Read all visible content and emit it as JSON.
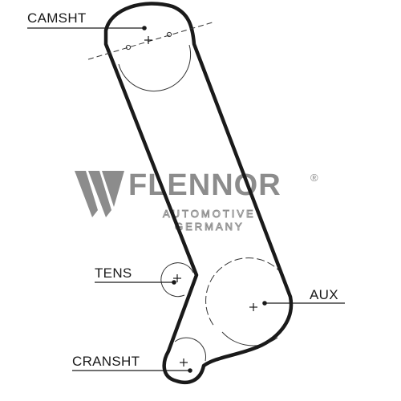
{
  "labels": {
    "camshaft": "CAMSHT",
    "tensioner": "TENS",
    "auxiliary": "AUX",
    "crankshaft": "CRANSHT"
  },
  "watermark": {
    "brand": "FLENNOR",
    "registered_mark": "®",
    "line1": "AUTOMOTIVE",
    "line2": "GERMANY",
    "color": "#8c8c8c"
  },
  "colors": {
    "belt": "#1a1a1a",
    "pulley_outline": "#333333",
    "text": "#1a1a1a"
  }
}
